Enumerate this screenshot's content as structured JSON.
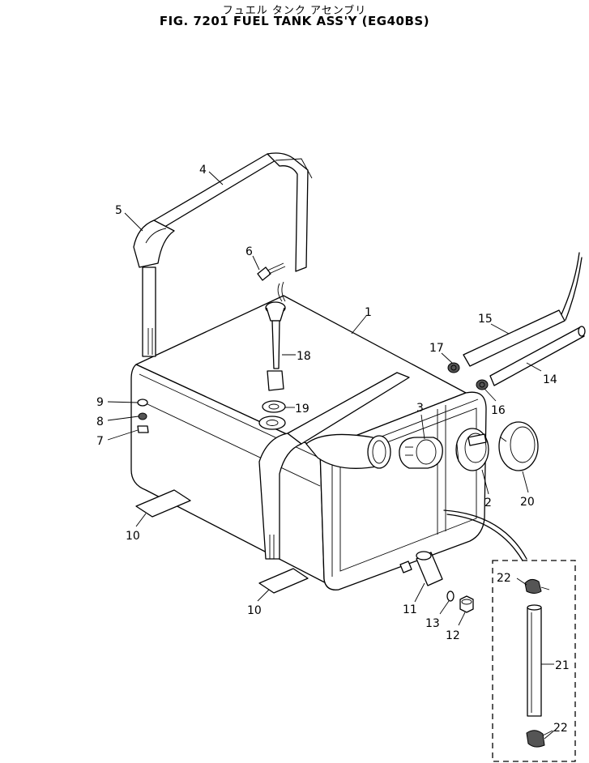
{
  "header": {
    "title_jp": "フュエル タンク アセンブリ",
    "title": "FIG. 7201  FUEL TANK ASS'Y (EG40BS)"
  },
  "callouts": [
    "1",
    "2",
    "3",
    "4",
    "5",
    "6",
    "7",
    "8",
    "9",
    "10",
    "10",
    "11",
    "12",
    "13",
    "14",
    "15",
    "16",
    "17",
    "18",
    "19",
    "20",
    "21",
    "22",
    "22"
  ]
}
